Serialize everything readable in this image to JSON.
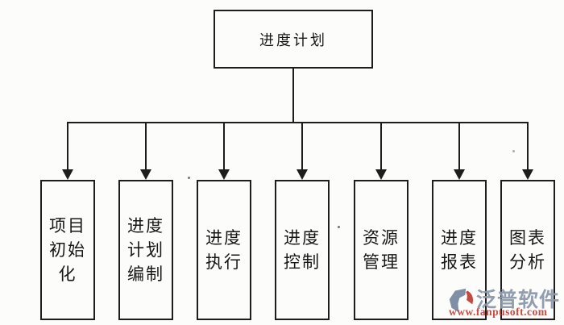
{
  "diagram": {
    "root": {
      "label": "进度计划"
    },
    "children": [
      {
        "label": "项目初始化"
      },
      {
        "label": "进度计划编制"
      },
      {
        "label": "进度执行"
      },
      {
        "label": "进度控制"
      },
      {
        "label": "资源管理"
      },
      {
        "label": "进度报表"
      },
      {
        "label": "图表分析"
      }
    ]
  },
  "watermark": {
    "logo_icon": "fanpu-logo-icon",
    "brand": "泛普软件",
    "url": "www.fanpusoft.com",
    "brand_color": "#8b99ad",
    "url_color": "#c6423a",
    "logo_blue": "#7f90a6",
    "logo_red": "#c34a40"
  },
  "colors": {
    "line": "#1d1d1d",
    "background": "#fcfcfb"
  }
}
